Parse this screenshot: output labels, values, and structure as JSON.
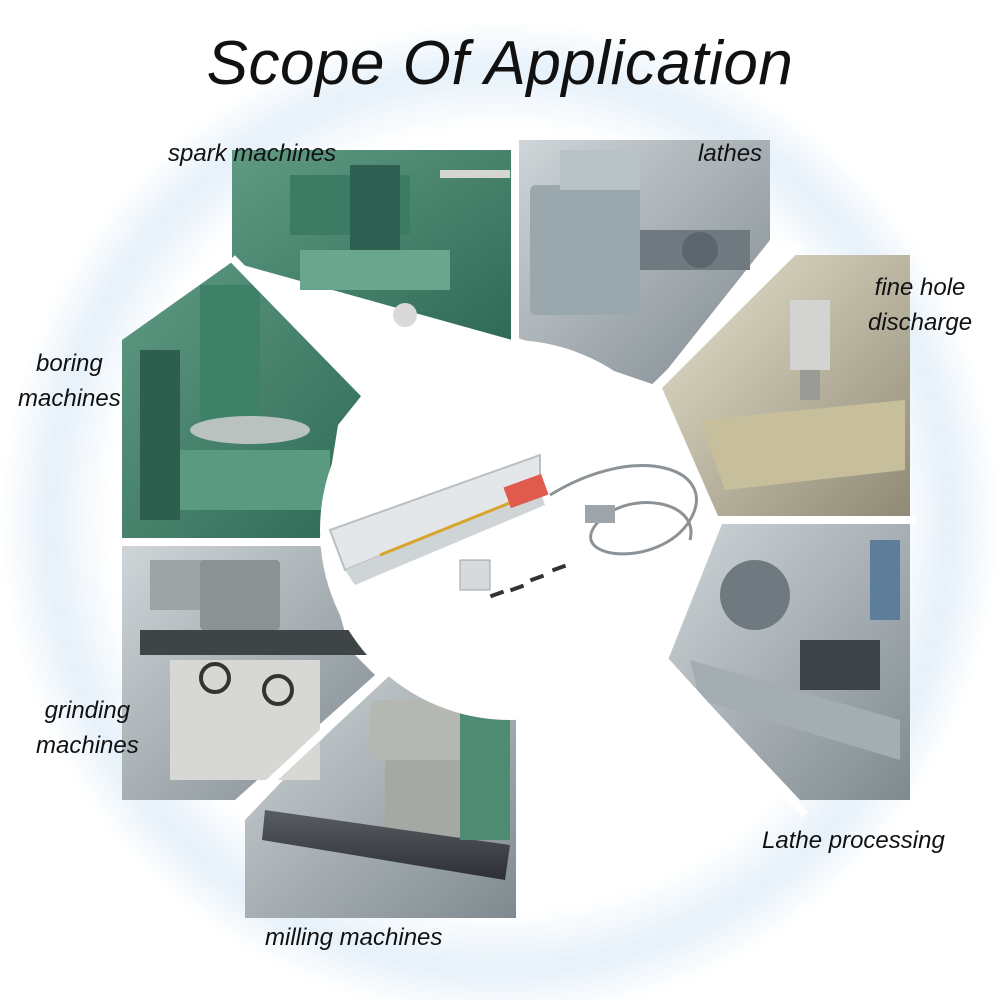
{
  "title": "Scope Of Application",
  "colors": {
    "background": "#ffffff",
    "halo": "#eaf3fb",
    "text": "#111111"
  },
  "labels": {
    "spark": "spark machines",
    "lathes": "lathes",
    "fine_hole_1": "fine hole",
    "fine_hole_2": "discharge",
    "boring_1": "boring",
    "boring_2": "machines",
    "grinding_1": "grinding",
    "grinding_2": "machines",
    "lathe_processing": "Lathe processing",
    "milling": "milling machines"
  },
  "segments": [
    {
      "key": "spark",
      "label_ref": "labels.spark",
      "icon": "spark-machine-photo",
      "tone": "green"
    },
    {
      "key": "lathes",
      "label_ref": "labels.lathes",
      "icon": "lathe-photo",
      "tone": "grey"
    },
    {
      "key": "fine_hole",
      "label_ref": "labels.fine_hole_1",
      "icon": "fine-hole-discharge-photo",
      "tone": "metal"
    },
    {
      "key": "lathe_processing",
      "label_ref": "labels.lathe_processing",
      "icon": "lathe-processing-photo",
      "tone": "grey"
    },
    {
      "key": "milling",
      "label_ref": "labels.milling",
      "icon": "milling-machine-photo",
      "tone": "grey"
    },
    {
      "key": "grinding",
      "label_ref": "labels.grinding_1",
      "icon": "grinding-machine-photo",
      "tone": "grey"
    },
    {
      "key": "boring",
      "label_ref": "labels.boring_1",
      "icon": "boring-machine-photo",
      "tone": "green"
    }
  ],
  "center_icon": "linear-scale-product-photo"
}
